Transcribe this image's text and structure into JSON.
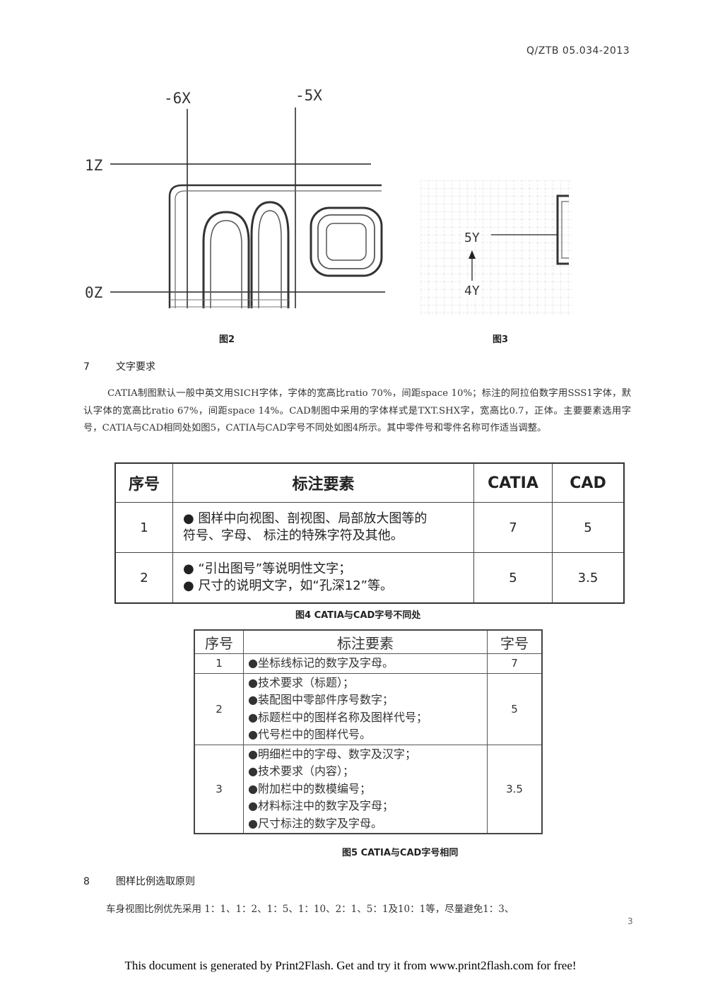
{
  "header": {
    "doc_number": "Q/ZTB 05.034-2013"
  },
  "figure2": {
    "labels": {
      "x_left": "-6X",
      "x_right": "-5X",
      "z_top": "1Z",
      "z_bottom": "0Z"
    },
    "caption": "图2"
  },
  "figure3": {
    "labels": {
      "y_top": "5Y",
      "y_bottom": "4Y"
    },
    "caption": "图3"
  },
  "section7": {
    "number": "7",
    "title": "文字要求",
    "paragraph": "CATIA制图默认一般中英文用SICH字体，字体的宽高比ratio 70%，间距space 10%；标注的阿拉伯数字用SSS1字体，默认字体的宽高比ratio 67%，间距space 14%。CAD制图中采用的字体样式是TXT.SHX字，宽高比0.7，正体。主要要素选用字号，CATIA与CAD相同处如图5，CATIA与CAD字号不同处如图4所示。其中零件号和零件名称可作适当调整。"
  },
  "table4": {
    "headers": [
      "序号",
      "标注要素",
      "CATIA",
      "CAD"
    ],
    "rows": [
      {
        "no": "1",
        "lines": [
          "● 图样中向视图、剖视图、局部放大图等的",
          "符号、字母、 标注的特殊字符及其他。"
        ],
        "catia": "7",
        "cad": "5"
      },
      {
        "no": "2",
        "lines": [
          "● “引出图号”等说明性文字；",
          "● 尺寸的说明文字，如“孔深12”等。"
        ],
        "catia": "5",
        "cad": "3.5"
      }
    ],
    "caption": "图4 CATIA与CAD字号不同处"
  },
  "table5": {
    "headers": [
      "序号",
      "标注要素",
      "字号"
    ],
    "rows": [
      {
        "no": "1",
        "lines": [
          "●坐标线标记的数字及字母。"
        ],
        "size": "7"
      },
      {
        "no": "2",
        "lines": [
          "●技术要求（标题）；",
          "●装配图中零部件序号数字；",
          "●标题栏中的图样名称及图样代号；",
          "●代号栏中的图样代号。"
        ],
        "size": "5"
      },
      {
        "no": "3",
        "lines": [
          "●明细栏中的字母、数字及汉字；",
          "●技术要求（内容）；",
          "●附加栏中的数模编号；",
          "●材料标注中的数字及字母；",
          "●尺寸标注的数字及字母。"
        ],
        "size": "3.5"
      }
    ],
    "caption": "图5 CATIA与CAD字号相同"
  },
  "section8": {
    "number": "8",
    "title": "图样比例选取原则",
    "paragraph": "车身视图比例优先采用 1：1、1：2、1：5、1：10、2：1、5：1及10：1等，尽量避免1：3、"
  },
  "page_number": "3",
  "footer": "This document is generated by Print2Flash. Get and try it from www.print2flash.com for free!"
}
